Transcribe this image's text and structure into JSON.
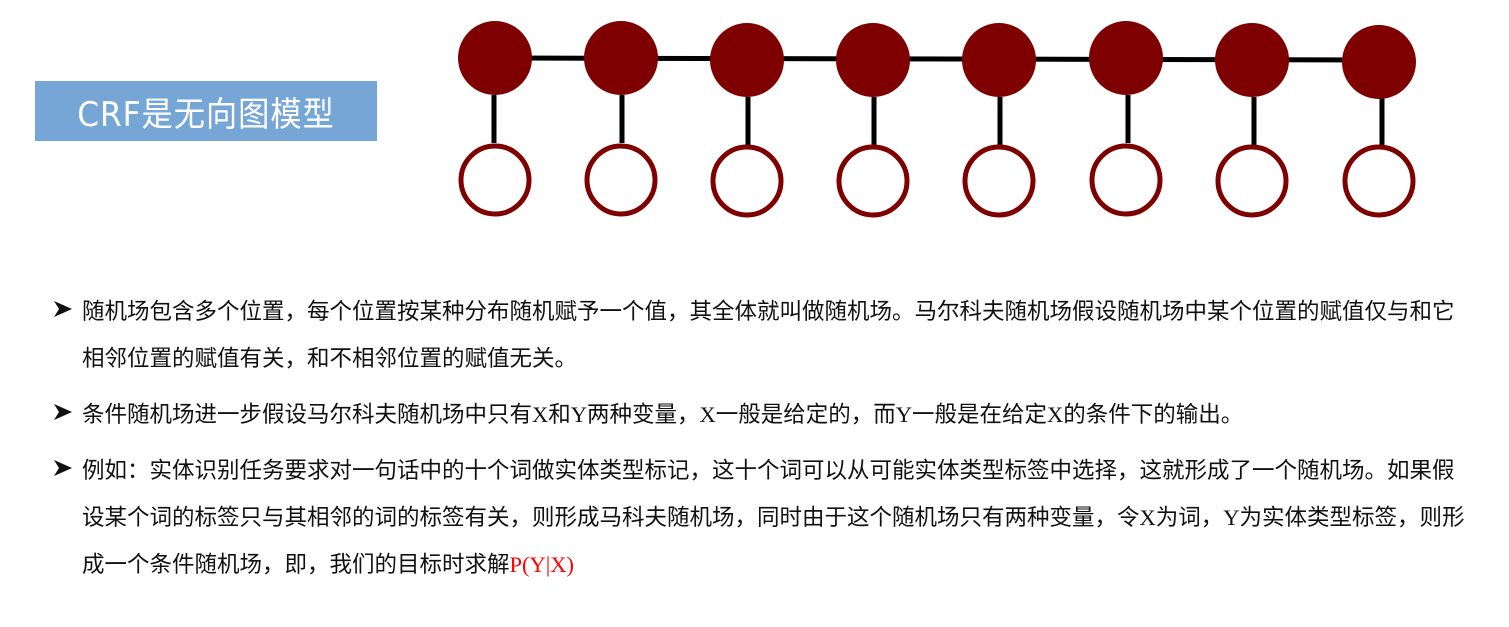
{
  "title": "CRF是无向图模型",
  "colors": {
    "title_bg": "#76a6d6",
    "node_fill": "#7f0000",
    "edge": "#000000",
    "highlight": "#ff0000"
  },
  "graph": {
    "node_count": 8,
    "hidden_nodes": "filled",
    "observed_nodes": "hollow",
    "x_positions": [
      495,
      621,
      747,
      873,
      999,
      1126,
      1252,
      1379
    ]
  },
  "bullets": [
    {
      "text": "随机场包含多个位置，每个位置按某种分布随机赋予一个值，其全体就叫做随机场。马尔科夫随机场假设随机场中某个位置的赋值仅与和它相邻位置的赋值有关，和不相邻位置的赋值无关。"
    },
    {
      "text": "条件随机场进一步假设马尔科夫随机场中只有X和Y两种变量，X一般是给定的，而Y一般是在给定X的条件下的输出。"
    },
    {
      "text": "例如：实体识别任务要求对一句话中的十个词做实体类型标记，这十个词可以从可能实体类型标签中选择，这就形成了一个随机场。如果假设某个词的标签只与其相邻的词的标签有关，则形成马科夫随机场，同时由于这个随机场只有两种变量，令X为词，Y为实体类型标签，则形成一个条件随机场，即，我们的目标时求解",
      "highlight": "P(Y|X)"
    }
  ]
}
